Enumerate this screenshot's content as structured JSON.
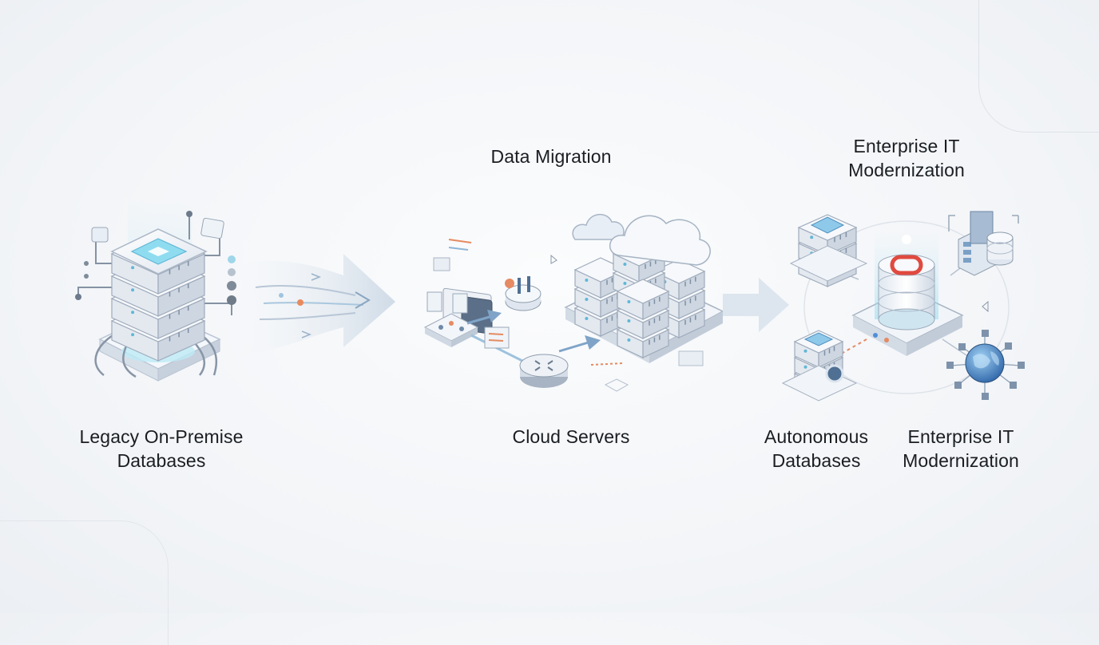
{
  "labels": {
    "legacy": [
      "Legacy On-Premise",
      "Databases"
    ],
    "migration": [
      "Data Migration"
    ],
    "cloud": [
      "Cloud Servers"
    ],
    "enterprise_top": [
      "Enterprise IT",
      "Modernization"
    ],
    "autonomous": [
      "Autonomous",
      "Databases"
    ],
    "enterprise_bottom": [
      "Enterprise IT",
      "Modernization"
    ]
  },
  "colors": {
    "text": "#1a1d22",
    "server_face": "#eef1f6",
    "server_side": "#c9d2de",
    "accent_cyan": "#7fd3ea",
    "accent_blue": "#4f8fd8",
    "accent_red": "#e04a3f",
    "arrow": "#dbe4ee"
  },
  "icons": [
    "legacy-server-stack-icon",
    "migration-arrow-icon",
    "cloud-server-cluster-icon",
    "router-icon",
    "autonomous-database-icon",
    "globe-network-icon"
  ]
}
